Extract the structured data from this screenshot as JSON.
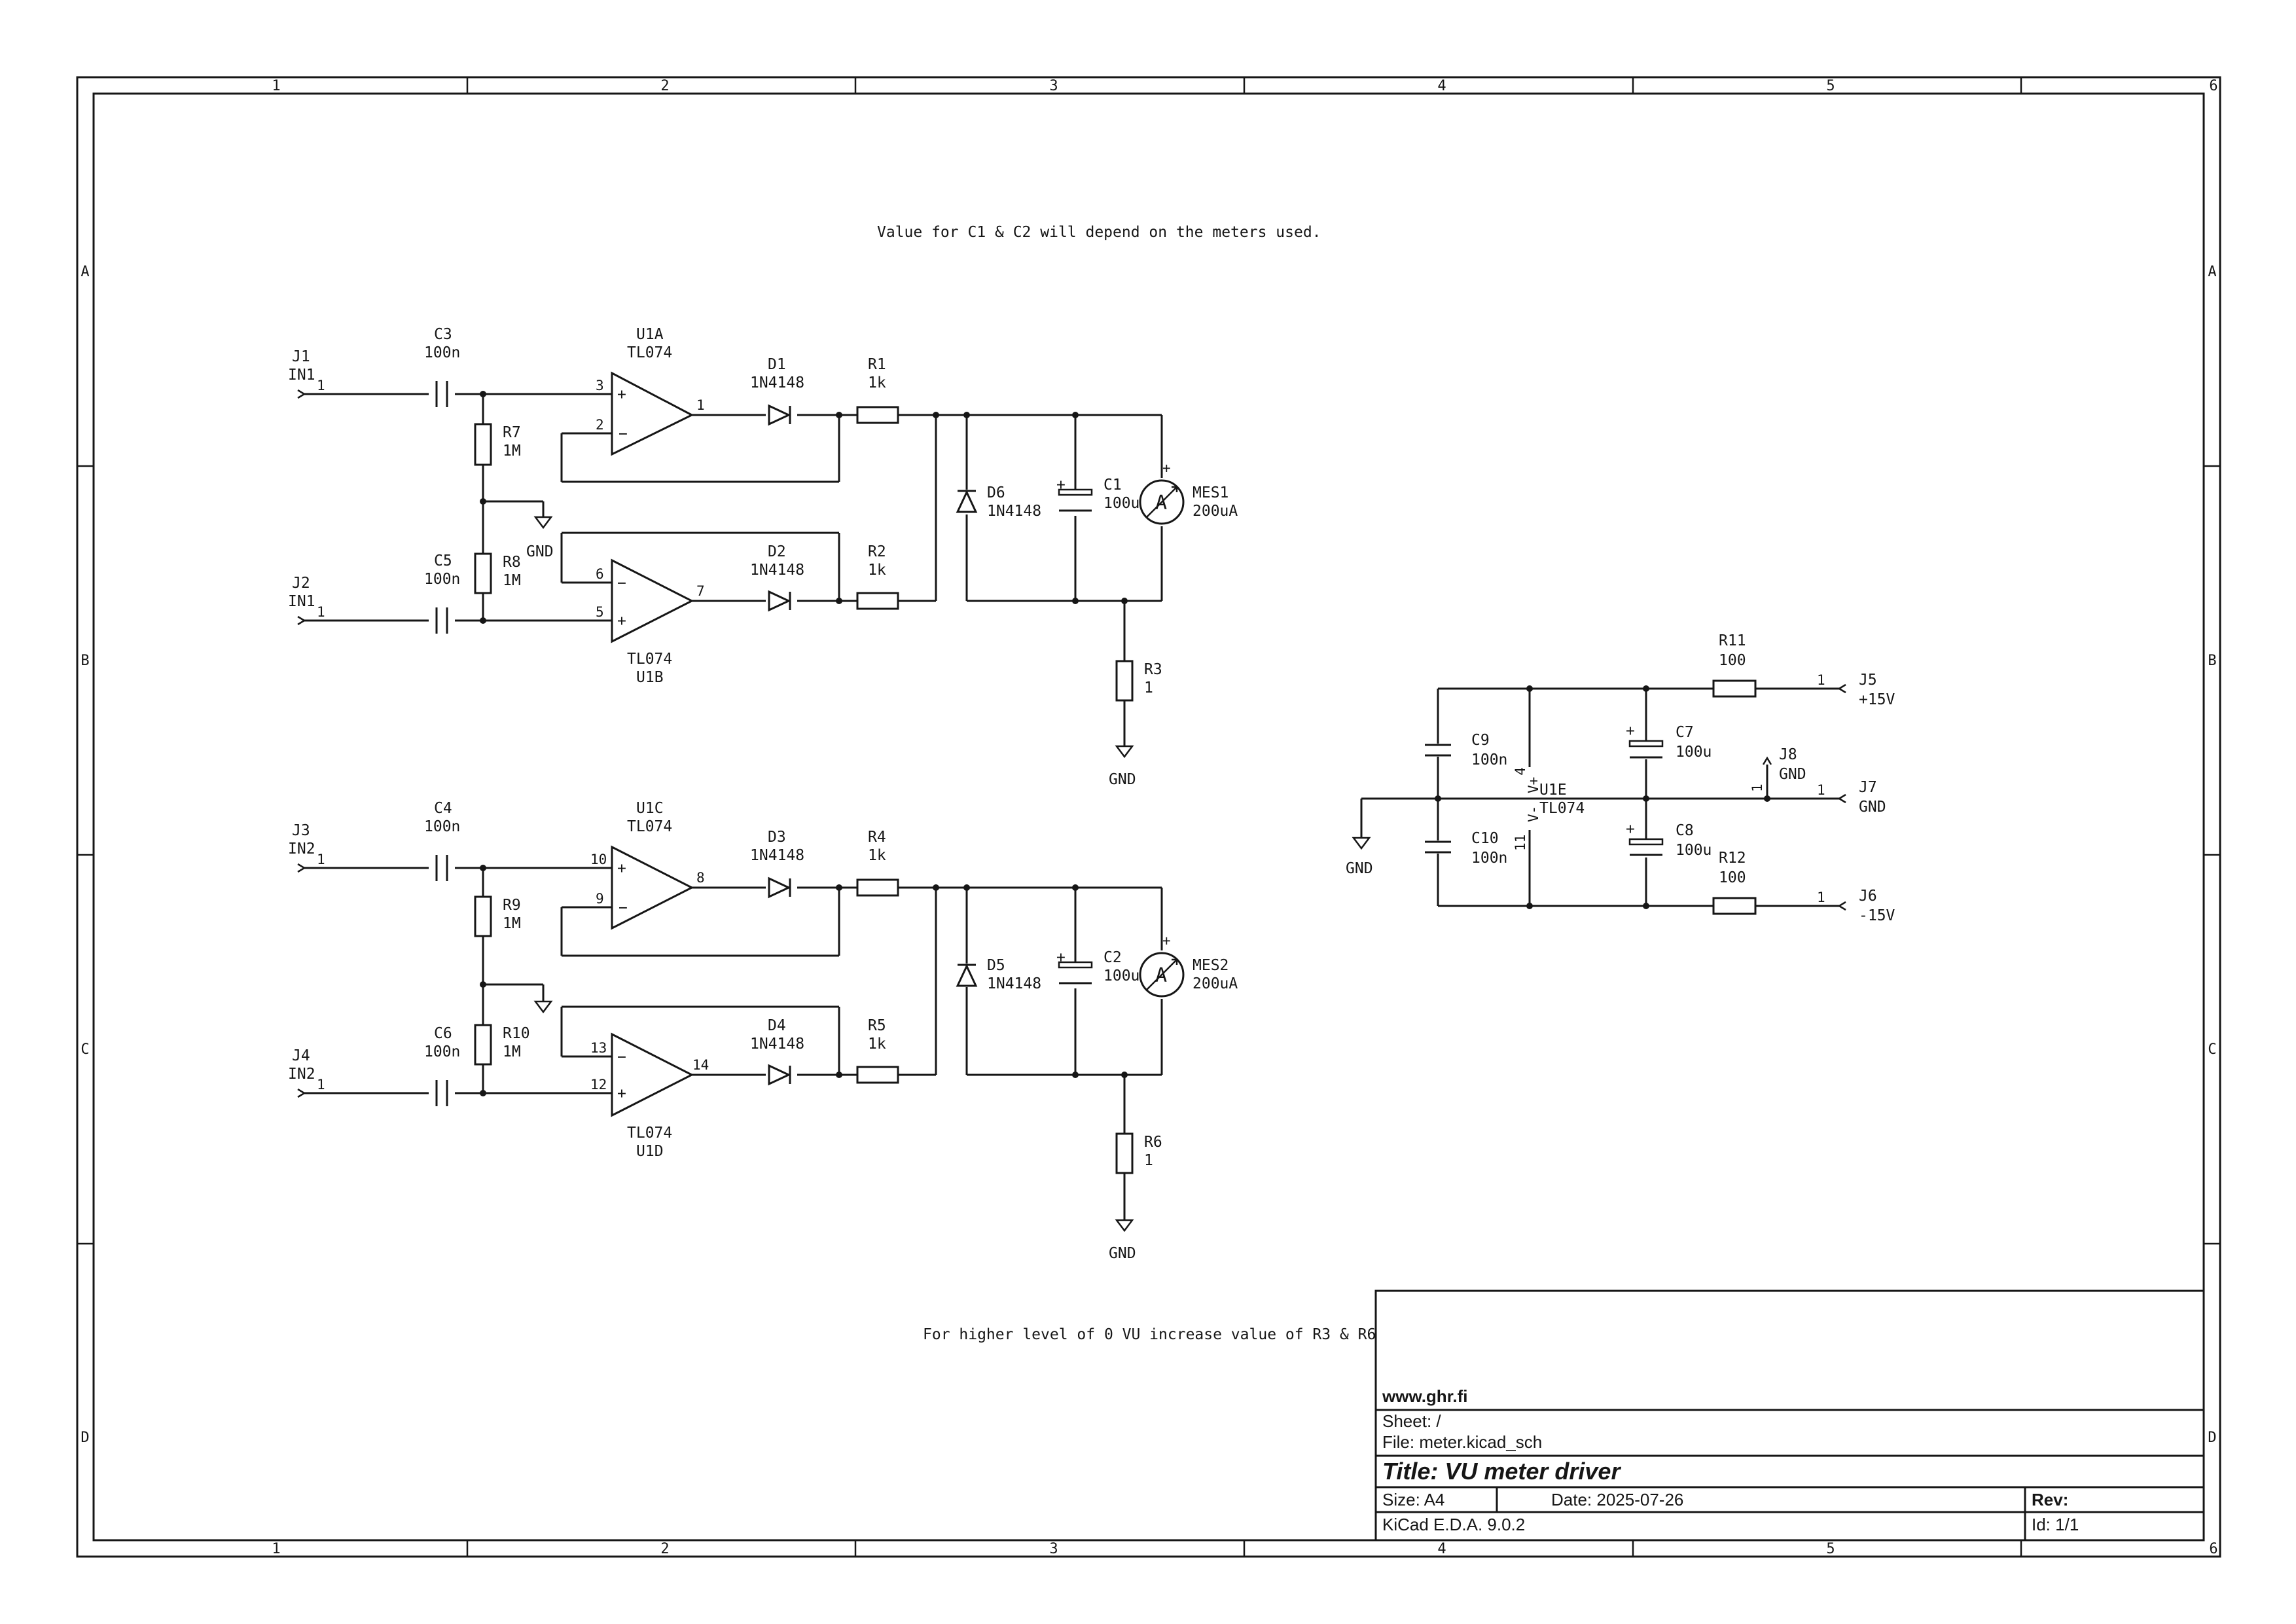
{
  "notes": {
    "top": "Value for C1 & C2 will depend on the meters used.",
    "bottom": "For higher level of 0 VU increase value of R3 & R6"
  },
  "border": {
    "columns": [
      "1",
      "2",
      "3",
      "4",
      "5",
      "6"
    ],
    "rows": [
      "A",
      "B",
      "C",
      "D"
    ]
  },
  "components": {
    "J1": {
      "ref": "J1",
      "value": "IN1",
      "pin": "1"
    },
    "J2": {
      "ref": "J2",
      "value": "IN1",
      "pin": "1"
    },
    "J3": {
      "ref": "J3",
      "value": "IN2",
      "pin": "1"
    },
    "J4": {
      "ref": "J4",
      "value": "IN2",
      "pin": "1"
    },
    "J5": {
      "ref": "J5",
      "value": "+15V",
      "pin": "1"
    },
    "J6": {
      "ref": "J6",
      "value": "-15V",
      "pin": "1"
    },
    "J7": {
      "ref": "J7",
      "value": "GND",
      "pin": "1"
    },
    "J8": {
      "ref": "J8",
      "value": "GND",
      "pin": "1"
    },
    "C1": {
      "ref": "C1",
      "value": "100u"
    },
    "C2": {
      "ref": "C2",
      "value": "100u"
    },
    "C3": {
      "ref": "C3",
      "value": "100n"
    },
    "C4": {
      "ref": "C4",
      "value": "100n"
    },
    "C5": {
      "ref": "C5",
      "value": "100n"
    },
    "C6": {
      "ref": "C6",
      "value": "100n"
    },
    "C7": {
      "ref": "C7",
      "value": "100u"
    },
    "C8": {
      "ref": "C8",
      "value": "100u"
    },
    "C9": {
      "ref": "C9",
      "value": "100n"
    },
    "C10": {
      "ref": "C10",
      "value": "100n"
    },
    "R1": {
      "ref": "R1",
      "value": "1k"
    },
    "R2": {
      "ref": "R2",
      "value": "1k"
    },
    "R3": {
      "ref": "R3",
      "value": "1"
    },
    "R4": {
      "ref": "R4",
      "value": "1k"
    },
    "R5": {
      "ref": "R5",
      "value": "1k"
    },
    "R6": {
      "ref": "R6",
      "value": "1"
    },
    "R7": {
      "ref": "R7",
      "value": "1M"
    },
    "R8": {
      "ref": "R8",
      "value": "1M"
    },
    "R9": {
      "ref": "R9",
      "value": "1M"
    },
    "R10": {
      "ref": "R10",
      "value": "1M"
    },
    "R11": {
      "ref": "R11",
      "value": "100"
    },
    "R12": {
      "ref": "R12",
      "value": "100"
    },
    "D1": {
      "ref": "D1",
      "value": "1N4148"
    },
    "D2": {
      "ref": "D2",
      "value": "1N4148"
    },
    "D3": {
      "ref": "D3",
      "value": "1N4148"
    },
    "D4": {
      "ref": "D4",
      "value": "1N4148"
    },
    "D5": {
      "ref": "D5",
      "value": "1N4148"
    },
    "D6": {
      "ref": "D6",
      "value": "1N4148"
    },
    "MES1": {
      "ref": "MES1",
      "value": "200uA",
      "symbol": "A"
    },
    "MES2": {
      "ref": "MES2",
      "value": "200uA",
      "symbol": "A"
    },
    "U1A": {
      "ref": "U1A",
      "value": "TL074",
      "pins": [
        "3",
        "2",
        "1"
      ]
    },
    "U1B": {
      "ref": "U1B",
      "value": "TL074",
      "pins": [
        "6",
        "5",
        "7"
      ]
    },
    "U1C": {
      "ref": "U1C",
      "value": "TL074",
      "pins": [
        "10",
        "9",
        "8"
      ]
    },
    "U1D": {
      "ref": "U1D",
      "value": "TL074",
      "pins": [
        "13",
        "12",
        "14"
      ]
    },
    "U1E": {
      "ref": "U1E",
      "value": "TL074",
      "pins": [
        "4",
        "11"
      ],
      "vplus": "V+",
      "vminus": "V-"
    }
  },
  "power_labels": {
    "gnd1": "GND",
    "gnd_r3": "GND",
    "gnd_r6": "GND",
    "gnd_supply": "GND"
  },
  "title_block": {
    "company": "www.ghr.fi",
    "sheet": "Sheet: /",
    "file": "File: meter.kicad_sch",
    "title": "Title: VU meter driver",
    "size": "Size: A4",
    "date": "Date: 2025-07-26",
    "rev": "Rev:",
    "tool": "KiCad E.D.A. 9.0.2",
    "id": "Id: 1/1"
  },
  "colors": {
    "ink": "#161616",
    "background": "#ffffff"
  }
}
